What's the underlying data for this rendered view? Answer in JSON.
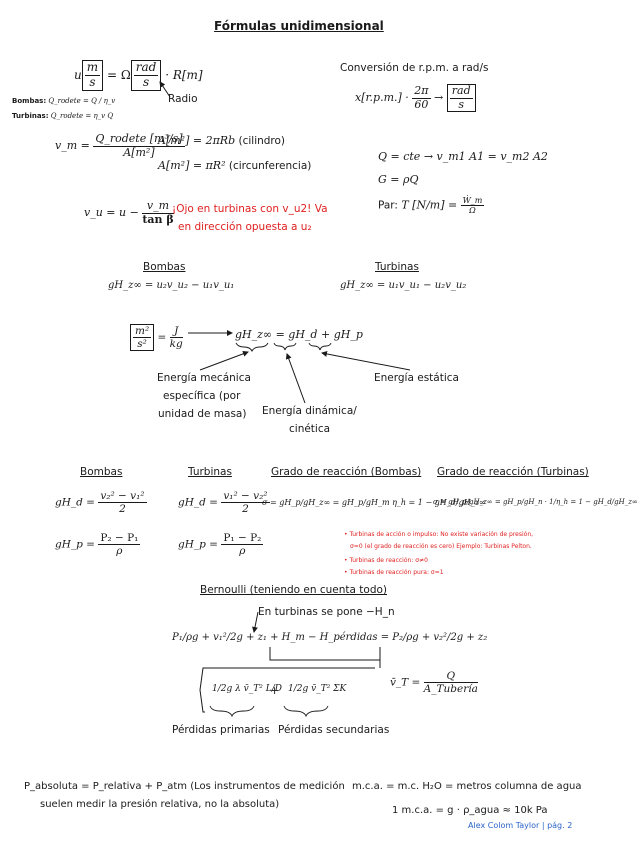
{
  "title": "Fórmulas unidimensional",
  "eq_velocity": {
    "lhs": "u",
    "lhs_unit_num": "m",
    "lhs_unit_den": "s",
    "eq": "= Ω",
    "unit_num": "rad",
    "unit_den": "s",
    "rhs": "· R[m]"
  },
  "radio_label": "Radio",
  "bombas_q": {
    "label": "Bombas:",
    "expr": "Q_rodete = Q / η_v"
  },
  "turbinas_q": {
    "label": "Turbinas:",
    "expr": "Q_rodete = η_v Q"
  },
  "conversion": {
    "title": "Conversión de r.p.m. a rad/s",
    "lhs": "x[r.p.m.] ·",
    "num": "2π",
    "den": "60",
    "arrow": "→",
    "unit_num": "rad",
    "unit_den": "s"
  },
  "vm_eq": {
    "lhs": "v_m =",
    "num": "Q_rodete [m³/s]",
    "den": "A[m²]"
  },
  "area_cyl": {
    "expr": "A[m²] = 2πRb",
    "note": "(cilindro)"
  },
  "area_circ": {
    "expr": "A[m²] = πR²",
    "note": "(circunferencia)"
  },
  "continuity": "Q = cte → v_m1 A1 = v_m2 A2",
  "g_eq": "G = ρQ",
  "par": {
    "label": "Par:",
    "expr": "T [N/m] =",
    "num": "Ẇ_m",
    "den": "Ω"
  },
  "vu_eq": {
    "lhs": "v_u = u −",
    "num": "v_m",
    "den": "tan β"
  },
  "warning_line1": "¡Ojo en turbinas con v_u2! Va",
  "warning_line2": "en dirección opuesta a u₂",
  "bombas_header": "Bombas",
  "bombas_euler": "gH_z∞ = u₂v_u₂ − u₁v_u₁",
  "turbinas_header": "Turbinas",
  "turbinas_euler": "gH_z∞ = u₁v_u₁ − u₂v_u₂",
  "units": {
    "num": "m²",
    "den": "s²",
    "eq": "=",
    "num2": "J",
    "den2": "kg"
  },
  "energy_eq": "gH_z∞ = gH_d + gH_p",
  "label_mecanica_1": "Energía mecánica",
  "label_mecanica_2": "específica (por",
  "label_mecanica_3": "unidad de masa)",
  "label_dinamica_1": "Energía dinámica/",
  "label_dinamica_2": "cinética",
  "label_estatica": "Energía estática",
  "sec_bombas": "Bombas",
  "sec_turbinas": "Turbinas",
  "sec_grado_bombas": "Grado de reacción (Bombas)",
  "sec_grado_turbinas": "Grado de reacción (Turbinas)",
  "ghd_bombas": {
    "lhs": "gH_d =",
    "num": "v₂² − v₁²",
    "den": "2"
  },
  "ghd_turbinas": {
    "lhs": "gH_d =",
    "num": "v₁² − v₂²",
    "den": "2"
  },
  "sigma_bombas": "σ = gH_p/gH_z∞ = gH_p/gH_m η_h = 1 − gH_d/gH_z∞",
  "sigma_turbinas": "σ = gH_p/gH_z∞ = gH_p/gH_n · 1/η_h = 1 − gH_d/gH_z∞",
  "ghp_bombas": {
    "lhs": "gH_p =",
    "num": "P₂ − P₁",
    "den": "ρ"
  },
  "ghp_turbinas": {
    "lhs": "gH_p =",
    "num": "P₁ − P₂",
    "den": "ρ"
  },
  "notes": [
    "• Turbinas de acción o impulso: No existe variación de presión,",
    "σ=0 (el grado de reacción es cero) Ejemplo: Turbinas Pelton.",
    "• Turbinas de reacción: σ≠0",
    "• Turbinas de reacción pura: σ=1"
  ],
  "bernoulli_header": "Bernoulli (teniendo en cuenta todo)",
  "bernoulli_note": "En turbinas se pone −H_n",
  "bernoulli_eq": "P₁/ρg + v₁²/2g + z₁ + H_m − H_pérdidas = P₂/ρg + v₂²/2g + z₂",
  "losses_primary": "1/2g λ v̄_T² L/D",
  "losses_plus": "+",
  "losses_secondary": "1/2g v̄_T² ΣK",
  "vt_eq": {
    "lhs": "v̄_T =",
    "num": "Q",
    "den": "A_Tubería"
  },
  "label_primarias": "Pérdidas primarias",
  "label_secundarias": "Pérdidas secundarias",
  "pabs_line1": "P_absoluta = P_relativa + P_atm (Los instrumentos de medición",
  "pabs_line2": "suelen medir la presión relativa, no la absoluta)",
  "mca_line": "m.c.a. = m.c. H₂O = metros columna de agua",
  "mca_eq": "1 m.c.a. = g · ρ_agua ≈ 10k Pa",
  "footer": "Alex Colom Taylor  |  pág. 2"
}
